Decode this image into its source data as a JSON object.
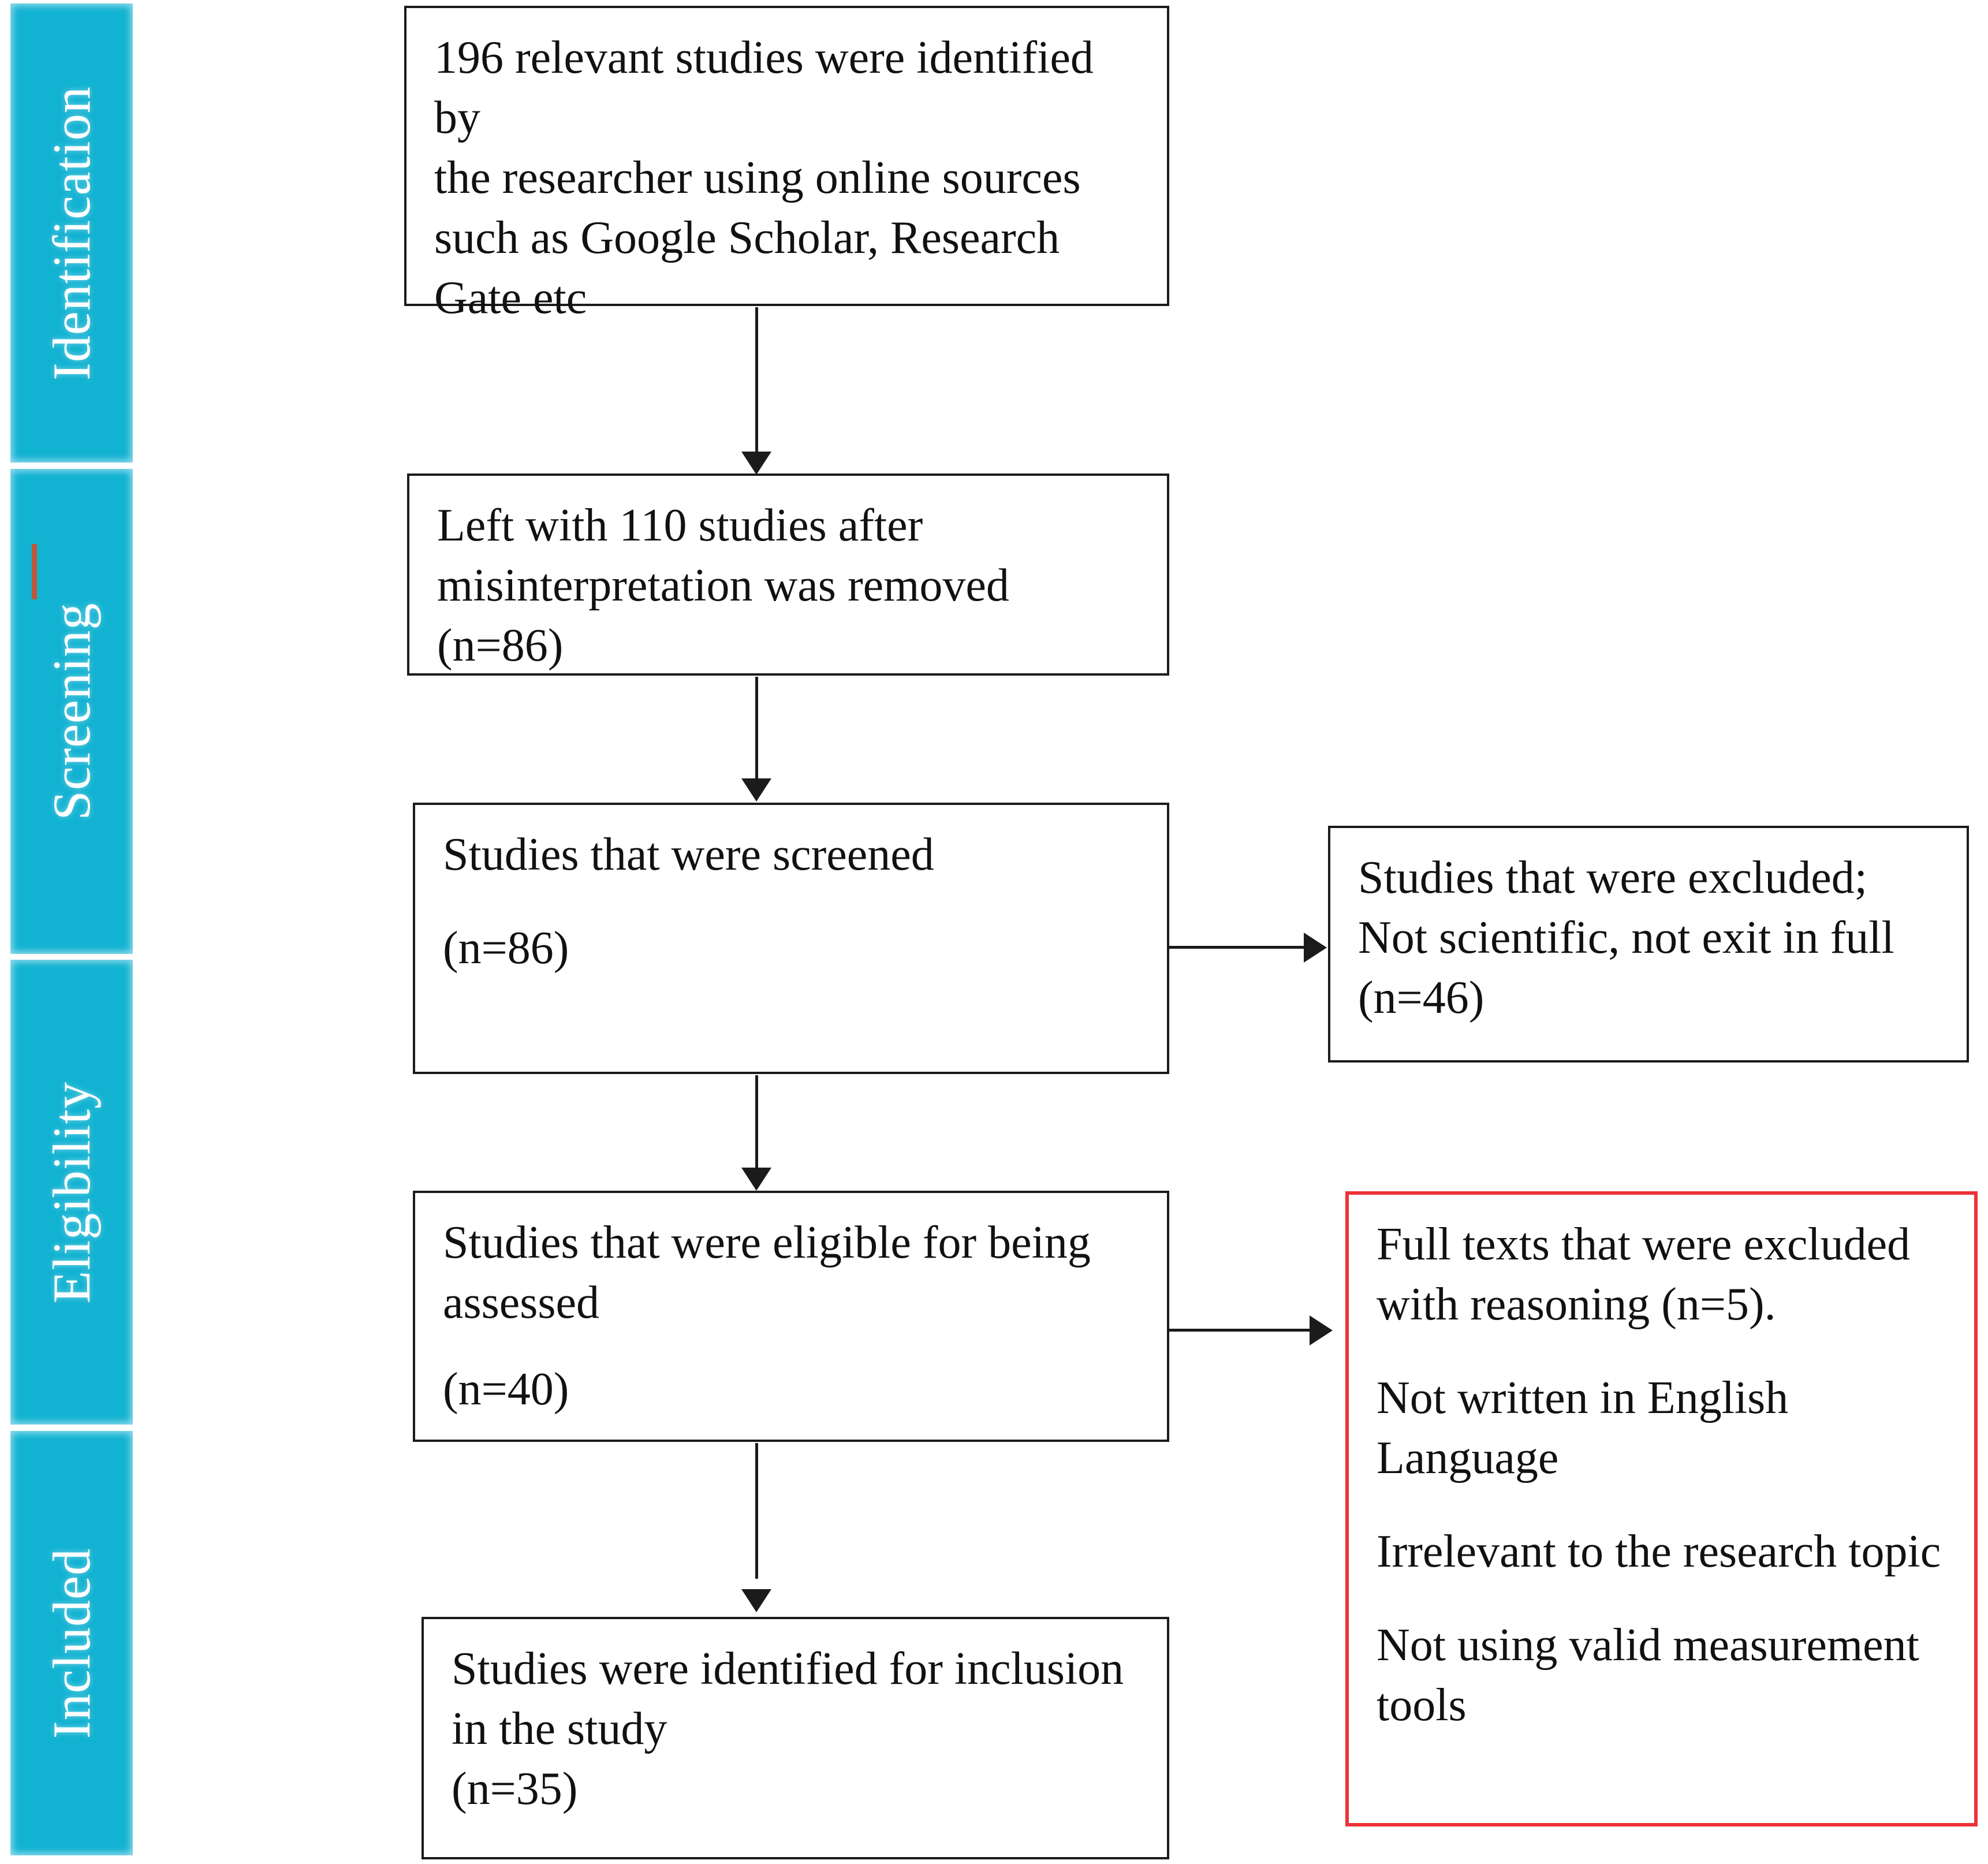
{
  "diagram": {
    "type": "prisma-flow-diagram",
    "accent_color": "#12b2d2",
    "highlight_border_color": "#ed3237",
    "mark_color": "#c0563a"
  },
  "phases": [
    {
      "label": "Identification"
    },
    {
      "label": "Screening"
    },
    {
      "label": "Eligibility"
    },
    {
      "label": "Included"
    }
  ],
  "boxes": {
    "identified": {
      "line1": "196 relevant studies were identified by",
      "line2": "the researcher using online sources",
      "line3": "such as Google Scholar, Research",
      "line4": "Gate etc"
    },
    "after_removal": {
      "line1": "Left with 110 studies after",
      "line2": "misinterpretation was removed",
      "line3": "(n=86)"
    },
    "screened": {
      "line1": "Studies that were screened",
      "line2": "(n=86)"
    },
    "screened_excluded": {
      "line1": "Studies that were excluded;",
      "line2": "Not scientific, not exit in full",
      "line3": "(n=46)"
    },
    "eligible": {
      "line1": "Studies that were eligible for being",
      "line2": "assessed",
      "line3": "(n=40)"
    },
    "fulltext_excluded": {
      "line1": "Full texts that were excluded",
      "line2": "with reasoning (n=5).",
      "line3": "Not written in English",
      "line4": "Language",
      "line5": "Irrelevant to the research topic",
      "line6": "Not using valid measurement",
      "line7": "tools"
    },
    "included": {
      "line1": "Studies were identified for inclusion",
      "line2": "in the study",
      "line3": "(n=35)"
    }
  },
  "chart_data": {
    "type": "flow",
    "title": "PRISMA study selection flow",
    "nodes": [
      {
        "id": "identified",
        "phase": "Identification",
        "n": 196,
        "label": "196 relevant studies were identified by the researcher using online sources such as Google Scholar, Research Gate etc"
      },
      {
        "id": "after_removal",
        "phase": "Screening",
        "n": 86,
        "label": "Left with 110 studies after misinterpretation was removed (n=86)"
      },
      {
        "id": "screened",
        "phase": "Screening",
        "n": 86,
        "label": "Studies that were screened (n=86)"
      },
      {
        "id": "screened_excluded",
        "phase": "Screening",
        "n": 46,
        "label": "Studies that were excluded; Not scientific, not exit in full (n=46)"
      },
      {
        "id": "eligible",
        "phase": "Eligibility",
        "n": 40,
        "label": "Studies that were eligible for being assessed (n=40)"
      },
      {
        "id": "fulltext_excluded",
        "phase": "Eligibility",
        "n": 5,
        "label": "Full texts that were excluded with reasoning (n=5)."
      },
      {
        "id": "included",
        "phase": "Included",
        "n": 35,
        "label": "Studies were identified for inclusion in the study (n=35)"
      }
    ],
    "edges": [
      {
        "from": "identified",
        "to": "after_removal",
        "direction": "down"
      },
      {
        "from": "after_removal",
        "to": "screened",
        "direction": "down"
      },
      {
        "from": "screened",
        "to": "screened_excluded",
        "direction": "right"
      },
      {
        "from": "screened",
        "to": "eligible",
        "direction": "down"
      },
      {
        "from": "eligible",
        "to": "fulltext_excluded",
        "direction": "right"
      },
      {
        "from": "eligible",
        "to": "included",
        "direction": "down"
      }
    ]
  }
}
